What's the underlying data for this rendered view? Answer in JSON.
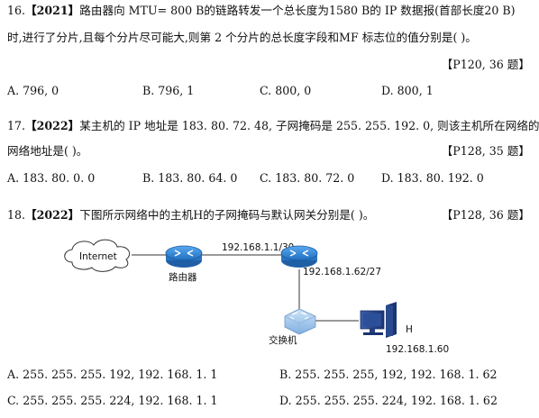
{
  "q16": {
    "num": "16.",
    "tag": "【2021】",
    "line1": "路由器向 MTU= 800 B的链路转发一个总长度为1580 B的 IP 数据报(首部长度20 B)",
    "line2": "时,进行了分片,且每个分片尽可能大,则第 2 个分片的总长度字段和MF 标志位的值分别是( )。",
    "ref": "【P120, 36 题】",
    "options": [
      "A. 796, 0",
      "B. 796, 1",
      "C. 800, 0",
      "D. 800, 1"
    ]
  },
  "q17": {
    "num": "17.",
    "tag": "【2022】",
    "line1": "某主机的 IP 地址是 183. 80. 72. 48, 子网掩码是 255. 255. 192. 0, 则该主机所在网络的",
    "line2": "网络地址是( )。",
    "ref": "【P128, 35 题】",
    "options": [
      "A. 183. 80. 0. 0",
      "B. 183. 80. 64. 0",
      "C. 183. 80. 72. 0",
      "D. 183. 80. 192. 0"
    ]
  },
  "q18": {
    "num": "18.",
    "tag": "【2022】",
    "line1": "下图所示网络中的主机H的子网掩码与默认网关分别是( )。",
    "ref": "【P128, 36 题】",
    "options": [
      "A. 255. 255. 255. 192,  192. 168. 1. 1",
      "B. 255. 255. 255, 192,  192. 168. 1. 62",
      "C. 255. 255. 255. 224,  192. 168. 1. 1",
      "D. 255. 255. 255. 224,  192. 168. 1. 62"
    ]
  },
  "diagram": {
    "internet": "Internet",
    "router1_label": "路由器",
    "link_label": "192.168.1.1/30",
    "router2_ip": "192.168.1.62/27",
    "switch_label": "交换机",
    "host_label": "H",
    "host_ip": "192.168.1.60",
    "router_color": "#2a7fd4",
    "switch_color": "#6fa6e0"
  }
}
